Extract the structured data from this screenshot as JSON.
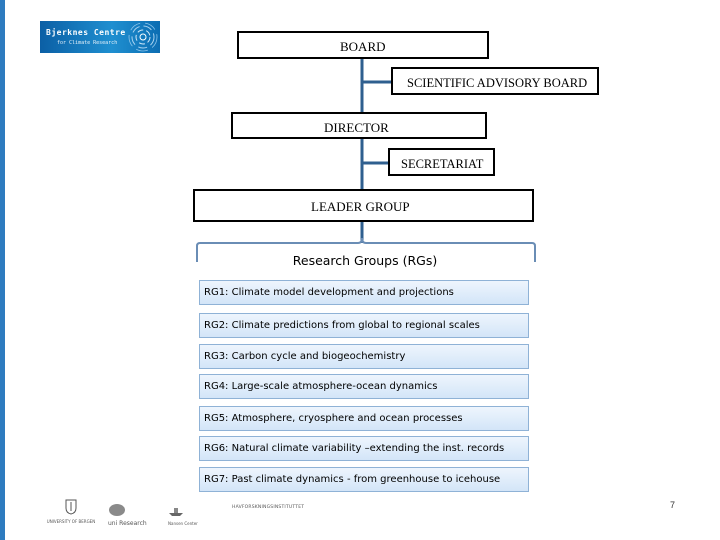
{
  "logo": {
    "title": "Bjerknes Centre",
    "subtitle": "for Climate Research"
  },
  "org": {
    "board": "BOARD",
    "advisory_board": "SCIENTIFIC ADVISORY BOARD",
    "director": "DIRECTOR",
    "secretariat": "SECRETARIAT",
    "leader_group": "LEADER GROUP"
  },
  "research_groups": {
    "title": "Research Groups (RGs)",
    "items": [
      "RG1: Climate model development and projections",
      "RG2: Climate predictions from global to regional scales",
      "RG3: Carbon cycle and biogeochemistry",
      "RG4: Large-scale atmosphere-ocean dynamics",
      "RG5: Atmosphere, cryosphere and ocean processes",
      "RG6:  Natural climate variability –extending the inst. records",
      "RG7: Past climate dynamics - from greenhouse to icehouse"
    ]
  },
  "footer": {
    "uib": "UNIVERSITY OF BERGEN",
    "uni_research": "uni Research",
    "nersc": "Nansen Center",
    "imr": "HAVFORSKNINGSINSTITUTTET"
  },
  "page_number": "7"
}
